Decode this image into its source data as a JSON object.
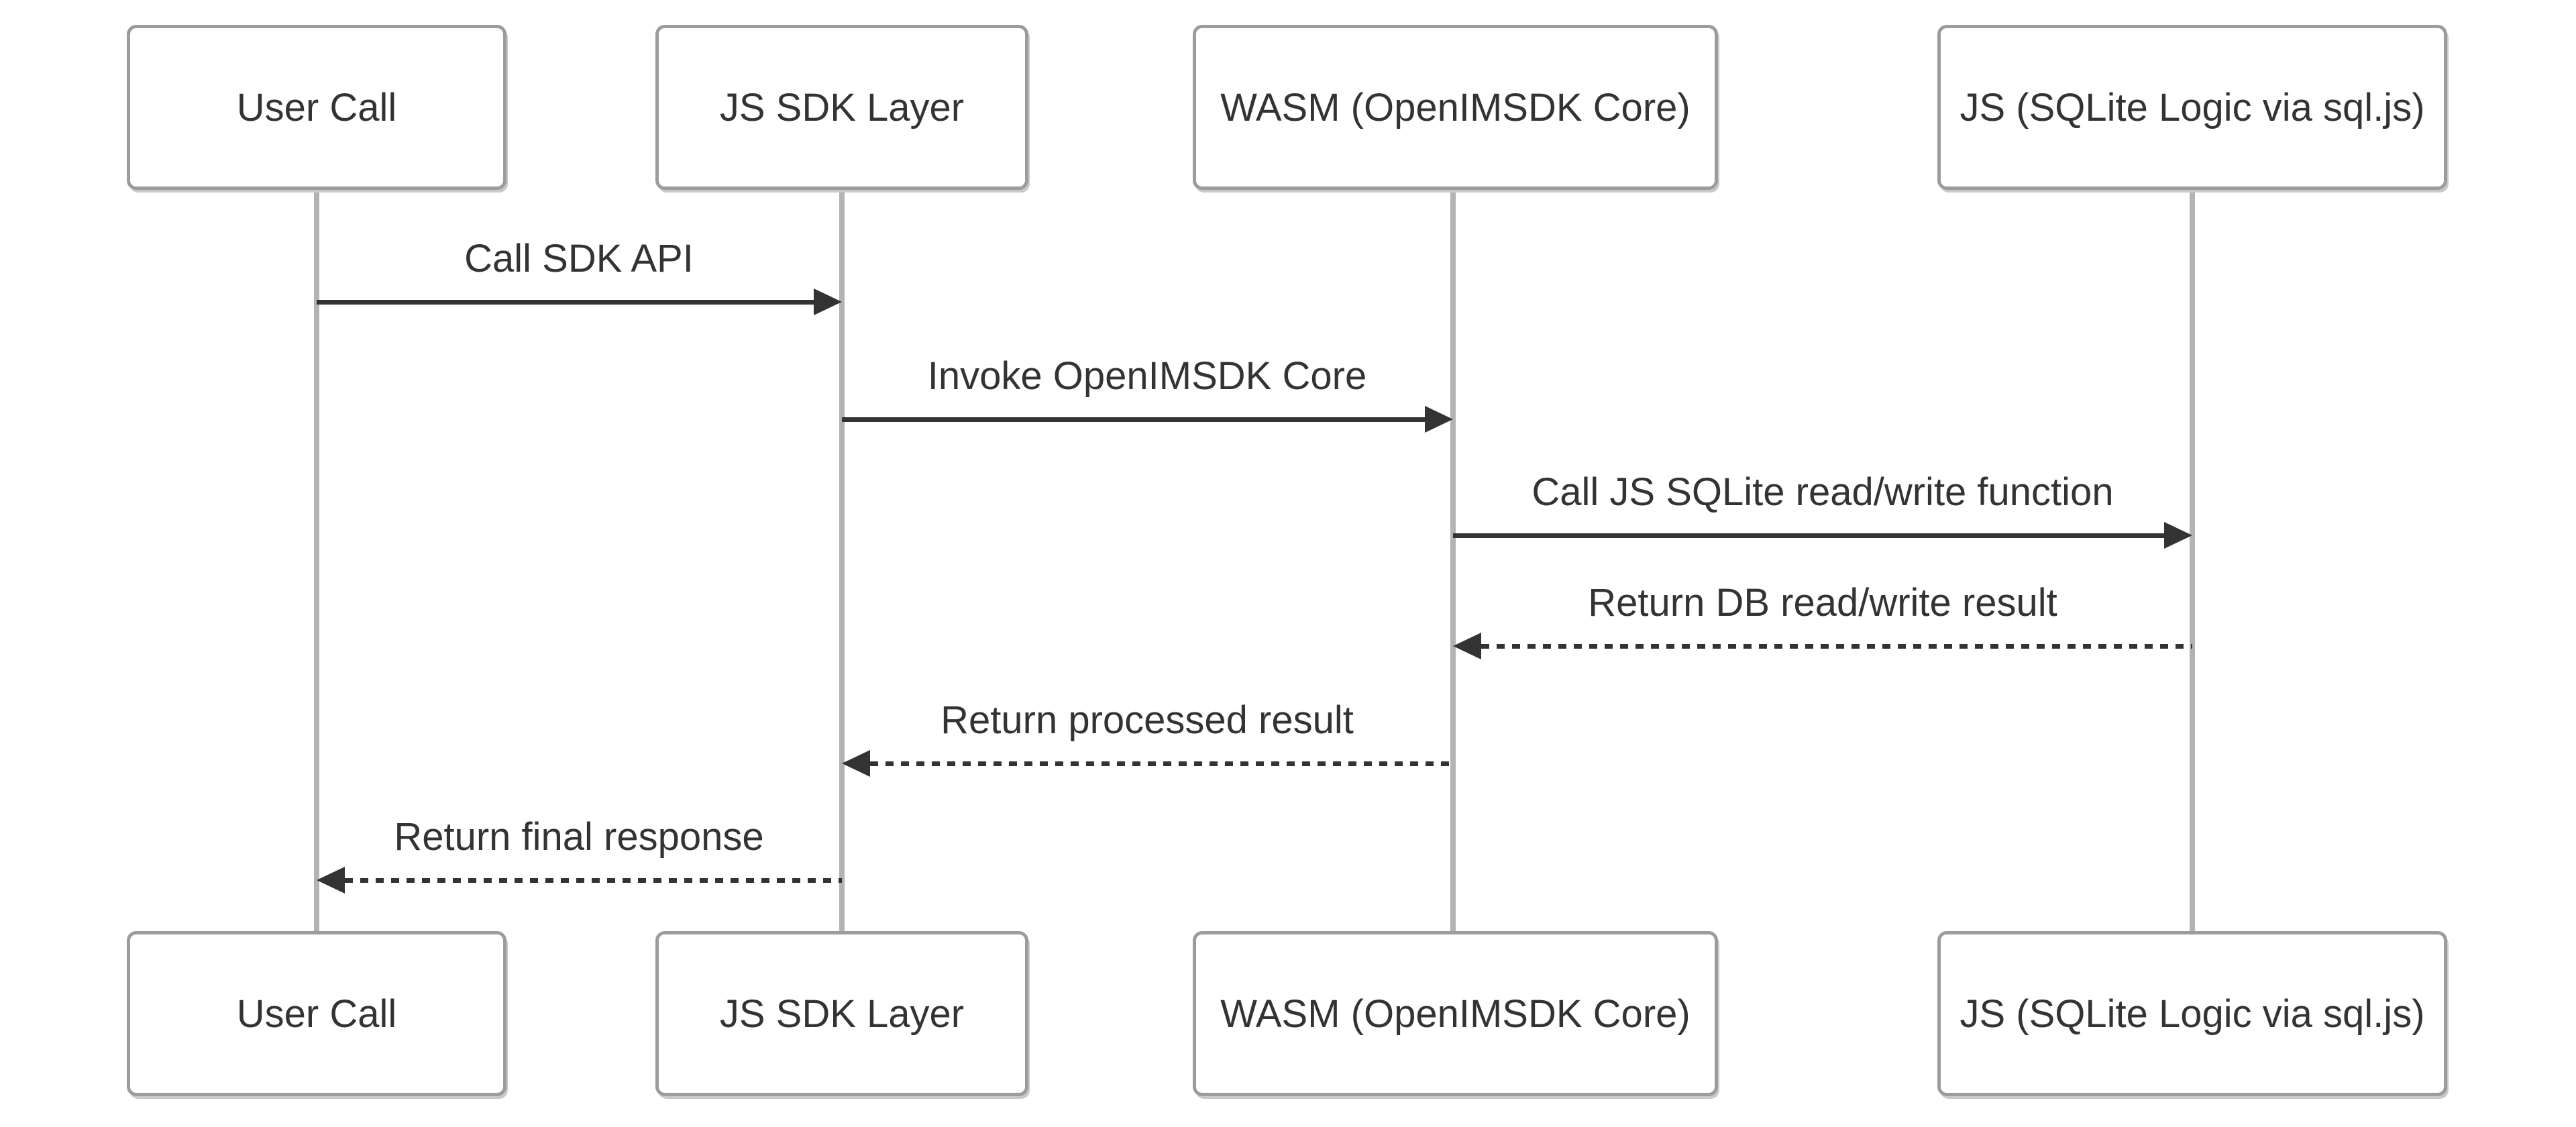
{
  "diagram": {
    "type": "sequence",
    "participants": [
      {
        "id": "user-call",
        "label": "User Call"
      },
      {
        "id": "js-sdk-layer",
        "label": "JS SDK Layer"
      },
      {
        "id": "wasm-core",
        "label": "WASM (OpenIMSDK Core)"
      },
      {
        "id": "js-sqlite",
        "label": "JS (SQLite Logic via sql.js)"
      }
    ],
    "messages": [
      {
        "from": "user-call",
        "to": "js-sdk-layer",
        "text": "Call SDK API",
        "line": "solid",
        "direction": "right"
      },
      {
        "from": "js-sdk-layer",
        "to": "wasm-core",
        "text": "Invoke OpenIMSDK Core",
        "line": "solid",
        "direction": "right"
      },
      {
        "from": "wasm-core",
        "to": "js-sqlite",
        "text": "Call JS SQLite read/write function",
        "line": "solid",
        "direction": "right"
      },
      {
        "from": "js-sqlite",
        "to": "wasm-core",
        "text": "Return DB read/write result",
        "line": "dashed",
        "direction": "left"
      },
      {
        "from": "wasm-core",
        "to": "js-sdk-layer",
        "text": "Return processed result",
        "line": "dashed",
        "direction": "left"
      },
      {
        "from": "js-sdk-layer",
        "to": "user-call",
        "text": "Return final response",
        "line": "dashed",
        "direction": "left"
      }
    ],
    "colors": {
      "background": "#ffffff",
      "box_fill": "#ffffff",
      "box_border": "#9c9c9c",
      "box_shadow": "#c9c9c9",
      "lifeline": "#b3b3b3",
      "arrow": "#333333",
      "text": "#333333"
    }
  }
}
